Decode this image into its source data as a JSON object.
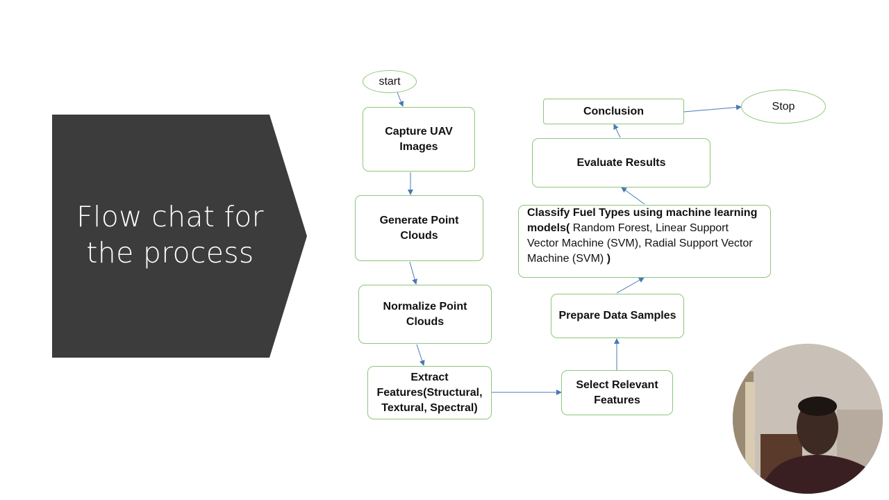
{
  "slide": {
    "title_line1": "Flow chat for",
    "title_line2": "the process"
  },
  "flowchart": {
    "start": "start",
    "capture_line1": "Capture UAV",
    "capture_line2": "Images",
    "generate_line1": "Generate Point",
    "generate_line2": "Clouds",
    "normalize_line1": "Normalize Point",
    "normalize_line2": "Clouds",
    "extract_line1": "Extract",
    "extract_line2": "Features(Structural,",
    "extract_line3": "Textural, Spectral)",
    "select_line1": "Select Relevant",
    "select_line2": "Features",
    "prepare": "Prepare Data Samples",
    "classify_bold1": "Classify Fuel Types using machine learning",
    "classify_bold2": "models(",
    "classify_normal2": " Random Forest, Linear Support",
    "classify_line3": "Vector Machine (SVM), Radial Support Vector",
    "classify_normal4": "Machine (SVM) ",
    "classify_bold4": ")",
    "evaluate": "Evaluate Results",
    "conclusion": "Conclusion",
    "stop": "Stop"
  },
  "colors": {
    "panel": "#3c3c3c",
    "node_border": "#8cc67a",
    "arrow": "#4a78b5"
  },
  "icons": {
    "webcam": "presenter-webcam-icon"
  }
}
